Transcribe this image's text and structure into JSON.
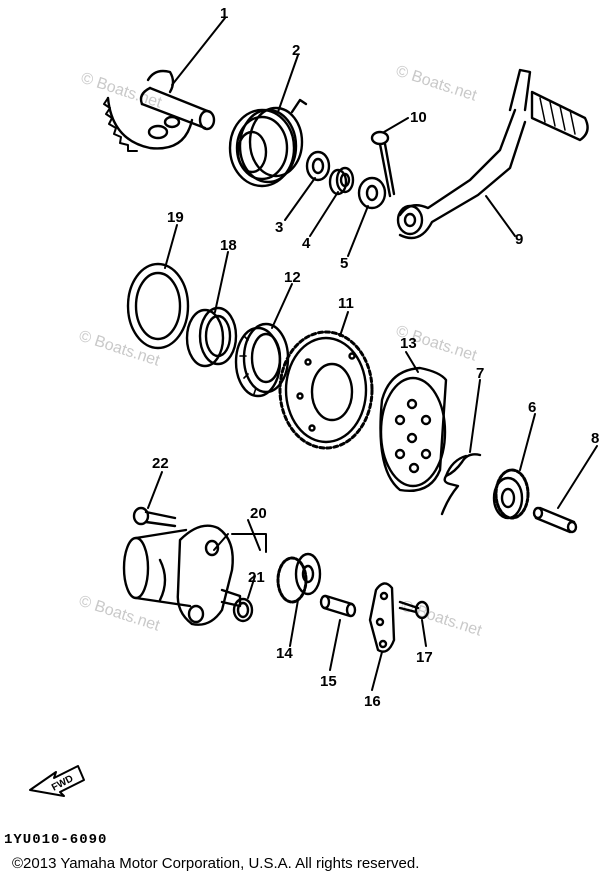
{
  "watermark": "© Boats.net",
  "labels": [
    "1",
    "2",
    "3",
    "4",
    "5",
    "6",
    "7",
    "8",
    "9",
    "10",
    "11",
    "12",
    "13",
    "14",
    "15",
    "16",
    "17",
    "18",
    "19",
    "20",
    "21",
    "22"
  ],
  "fwd_label": "FWD",
  "diagram_code": "1YU010-6090",
  "copyright": "©2013 Yamaha Motor Corporation, U.S.A. All rights reserved."
}
